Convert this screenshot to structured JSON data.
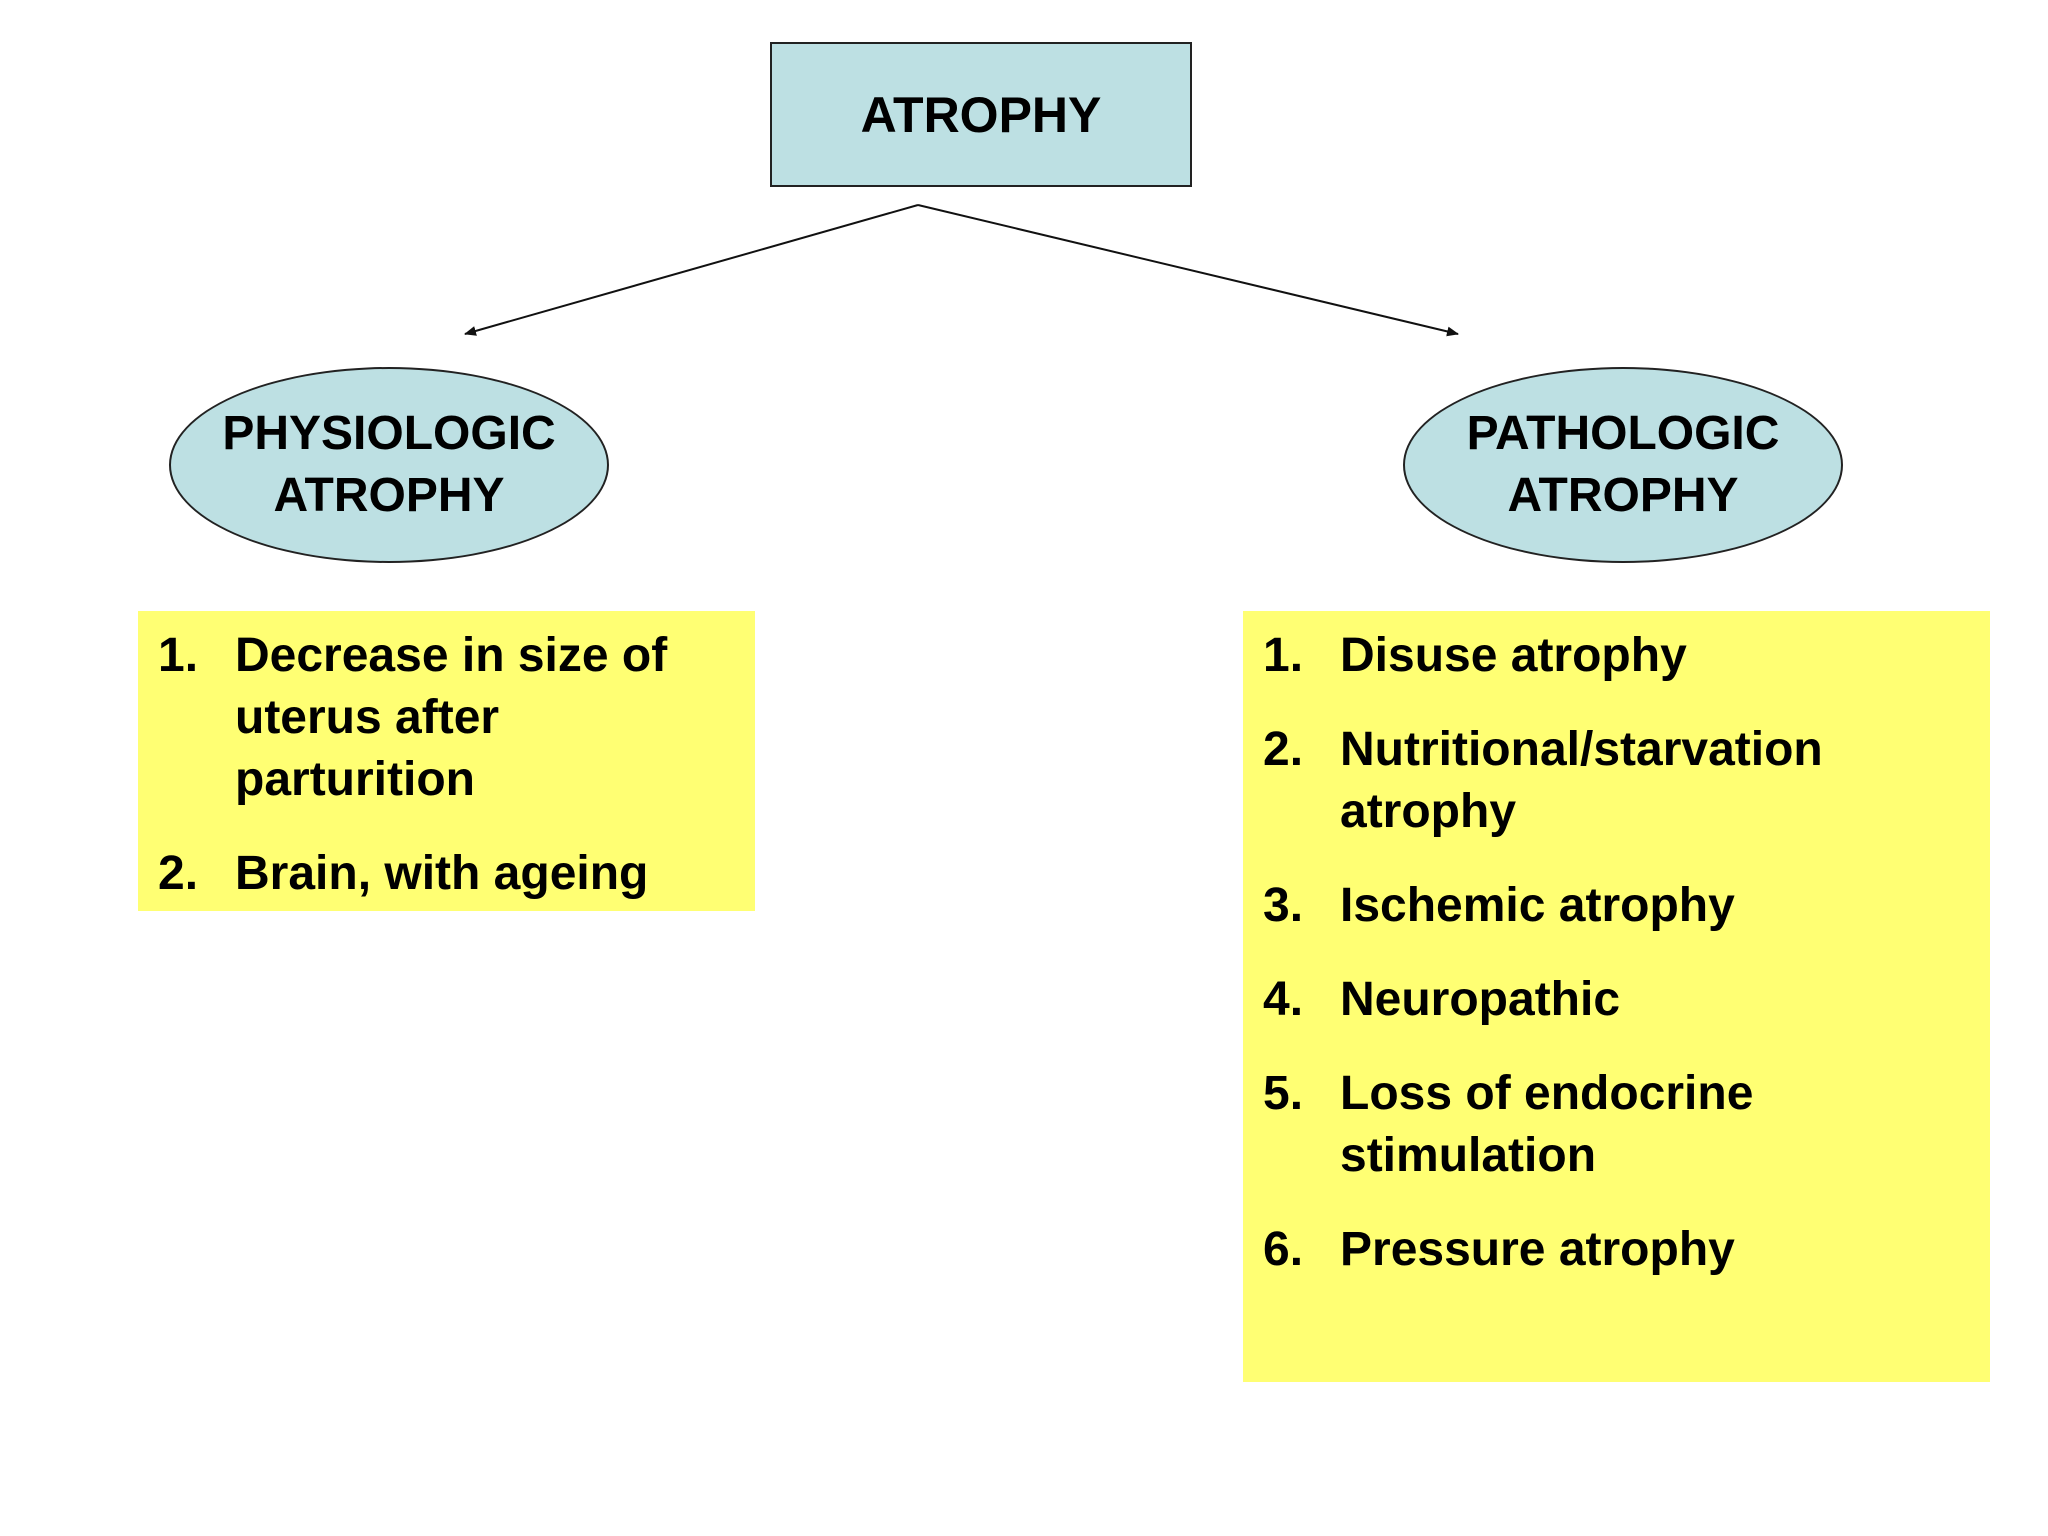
{
  "root": {
    "label": "ATROPHY"
  },
  "branches": [
    {
      "title_lines": [
        "PHYSIOLOGIC",
        "ATROPHY"
      ],
      "items": [
        {
          "number": "1.",
          "lines": [
            "Decrease in size of",
            "uterus after",
            "parturition"
          ]
        },
        {
          "number": "2.",
          "lines": [
            "Brain, with ageing"
          ]
        }
      ]
    },
    {
      "title_lines": [
        "PATHOLOGIC",
        "ATROPHY"
      ],
      "items": [
        {
          "number": "1.",
          "lines": [
            "Disuse atrophy"
          ]
        },
        {
          "number": "2.",
          "lines": [
            "Nutritional/starvation",
            "atrophy"
          ]
        },
        {
          "number": "3.",
          "lines": [
            "Ischemic atrophy"
          ]
        },
        {
          "number": "4.",
          "lines": [
            "Neuropathic"
          ]
        },
        {
          "number": "5.",
          "lines": [
            "Loss of endocrine",
            "stimulation"
          ]
        },
        {
          "number": "6.",
          "lines": [
            "Pressure atrophy"
          ]
        }
      ]
    }
  ],
  "colors": {
    "node_fill": "#bde0e3",
    "list_fill": "#ffff73",
    "stroke": "#222222"
  }
}
